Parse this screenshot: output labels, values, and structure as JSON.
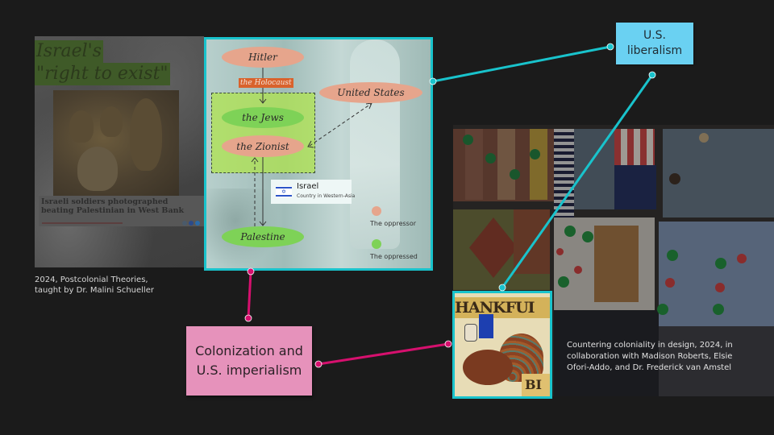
{
  "left_panel": {
    "article": {
      "overlay_title_line1": "Israel's",
      "overlay_title_line2": "\"right to exist\"",
      "headline": "Israeli soldiers photographed beating Palestinian in West Bank"
    },
    "caption": {
      "line1": "2024, Postcolonial Theories,",
      "line2": "taught by Dr. Malini Schueller"
    }
  },
  "diagram": {
    "nodes": {
      "hitler": "Hitler",
      "holocaust": "the Holocaust",
      "jews": "the Jews",
      "zionist": "the Zionist",
      "united_states": "United States",
      "palestine": "Palestine"
    },
    "israel_card": {
      "name": "Israel",
      "subtitle": "Country in Western-Asia",
      "icon": "israel-flag-icon"
    },
    "legend": [
      {
        "label": "The oppressor",
        "color": "#e6a58c"
      },
      {
        "label": "The oppressed",
        "color": "#7ed257"
      }
    ]
  },
  "notes": {
    "liberalism": {
      "line1": "U.S.",
      "line2": "liberalism",
      "color": "#6ad1f2"
    },
    "colonization": {
      "line1": "Colonization and",
      "line2": "U.S. imperialism",
      "color": "#e692bb"
    }
  },
  "right_panel": {
    "inset": {
      "banner_text": "HANKFUI",
      "corner_text": "BI"
    },
    "caption": {
      "line1": "Countering coloniality in design, 2024, in",
      "line2": "collaboration with Madison Roberts, Elsie",
      "line3": "Ofori-Addo, and Dr. Frederick van Amstel"
    }
  },
  "colors": {
    "background": "#1b1b1b",
    "cyan_connector": "#19c3cc",
    "magenta_connector": "#d6106e"
  }
}
